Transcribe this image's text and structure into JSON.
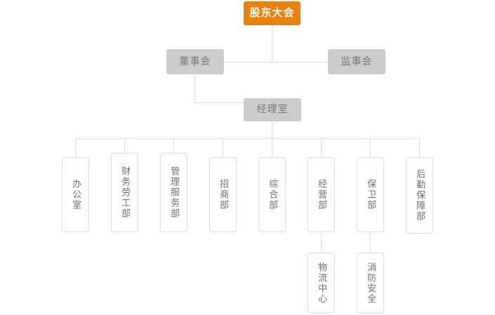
{
  "chart": {
    "title": "股东大会",
    "type": "org-chart",
    "colors": {
      "root_fill": "#e8820c",
      "root_text": "#ffffff",
      "node_fill": "#cccccc",
      "node_text": "#7a7a7a",
      "dept_border": "#dcdcdc",
      "dept_text": "#6e6e6e",
      "connector": "#dcdcdc",
      "background": "#ffffff"
    },
    "levels": {
      "level1": [
        {
          "id": "shareholders",
          "label": "股东大会",
          "style": "root"
        }
      ],
      "level2": [
        {
          "id": "board-of-directors",
          "label": "董事会",
          "style": "filled"
        },
        {
          "id": "board-of-supervisors",
          "label": "监事会",
          "style": "filled"
        }
      ],
      "level3": [
        {
          "id": "managers-office",
          "label": "经理室",
          "style": "filled"
        }
      ],
      "level4": [
        {
          "id": "dept-office",
          "label": "办公室"
        },
        {
          "id": "dept-finance-labor",
          "label": "财务劳工部"
        },
        {
          "id": "dept-management-service",
          "label": "管理服务部"
        },
        {
          "id": "dept-investment",
          "label": "招商部"
        },
        {
          "id": "dept-general",
          "label": "综合部"
        },
        {
          "id": "dept-operations",
          "label": "经营部"
        },
        {
          "id": "dept-security",
          "label": "保卫部"
        },
        {
          "id": "dept-logistics-support",
          "label": "后勤保障部"
        }
      ],
      "level5": [
        {
          "id": "unit-logistics-center",
          "label": "物流中心",
          "parent": "dept-operations"
        },
        {
          "id": "unit-fire-safety",
          "label": "消防安全",
          "parent": "dept-security"
        }
      ]
    }
  }
}
